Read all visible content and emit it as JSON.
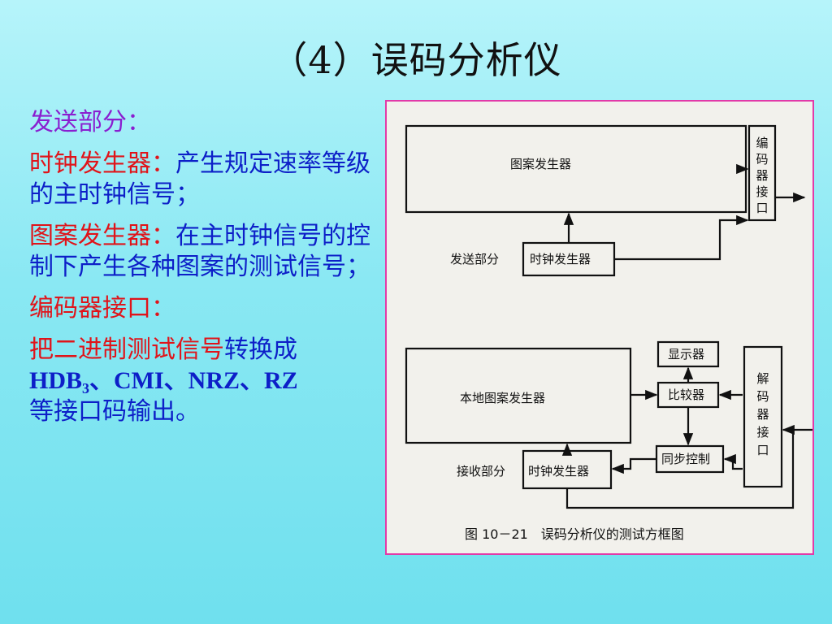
{
  "title": "（4）误码分析仪",
  "left": {
    "heading": "发送部分：",
    "p1_term": "时钟发生器：",
    "p1_desc": "产生规定速率等级的主时钟信号；",
    "p2_term": "图案发生器：",
    "p2_desc": "在主时钟信号的控制下产生各种图案的测试信号；",
    "p3_term": "编码器接口：",
    "p4_red": "把二进制测试信号",
    "p4_blue": "转换成",
    "codes_hdb": "HDB",
    "codes_sub": "3",
    "codes_rest": "、CMI、NRZ、RZ",
    "p4_tail": "等接口码输出。"
  },
  "diagram": {
    "pattern_gen_top": "图案发生器",
    "encoder_chars": [
      "编",
      "码",
      "器",
      "接",
      "口"
    ],
    "send_label": "发送部分",
    "clock_gen_top": "时钟发生器",
    "display": "显示器",
    "local_pattern_gen": "本地图案发生器",
    "comparator": "比较器",
    "decoder_chars": [
      "解",
      "码",
      "器",
      "接",
      "口"
    ],
    "sync_control": "同步控制",
    "receive_label": "接收部分",
    "clock_gen_bottom": "时钟发生器",
    "caption": "图 10－21　误码分析仪的测试方框图"
  }
}
